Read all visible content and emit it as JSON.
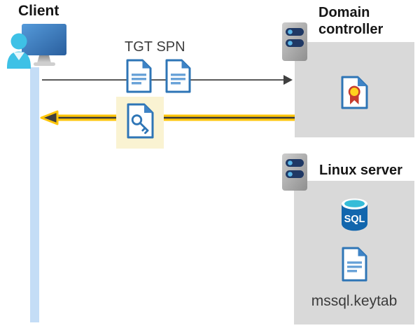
{
  "client": {
    "label": "Client"
  },
  "flow": {
    "tgt_label": "TGT",
    "spn_label": "SPN"
  },
  "domain_controller": {
    "title": "Domain controller"
  },
  "linux_server": {
    "title": "Linux server",
    "sql_label": "SQL",
    "keytab_label": "mssql.keytab"
  },
  "icons": {
    "client": "user-at-monitor-icon",
    "tgt": "ticket-document-icon",
    "spn": "ticket-document-icon",
    "key_document": "key-document-icon",
    "domain_controller": "server-icon",
    "certificate": "certificate-document-icon",
    "linux_server": "server-icon",
    "sql": "sql-database-icon",
    "keytab": "document-icon"
  },
  "colors": {
    "doc_blue": "#2e75b6",
    "doc_fold_blue": "#3f84c6",
    "doc_line_blue": "#6aa3d8",
    "panel_gray": "#d9d9d9",
    "highlight_yellow": "#faf3d2",
    "arrow_yellow": "#ffc60a",
    "arrow_dark_gray": "#3a3a3a",
    "message_gray": "#595959",
    "lifeline_blue": "#c4ddf6",
    "server_slot_navy": "#1f3864",
    "server_dot_blue": "#5ab6e8",
    "person_cyan": "#3ec1e6",
    "sql_blue": "#1266ad",
    "sql_top_cyan": "#35bcd8",
    "cert_red": "#c63b2e",
    "cert_gold": "#ffd21e"
  }
}
